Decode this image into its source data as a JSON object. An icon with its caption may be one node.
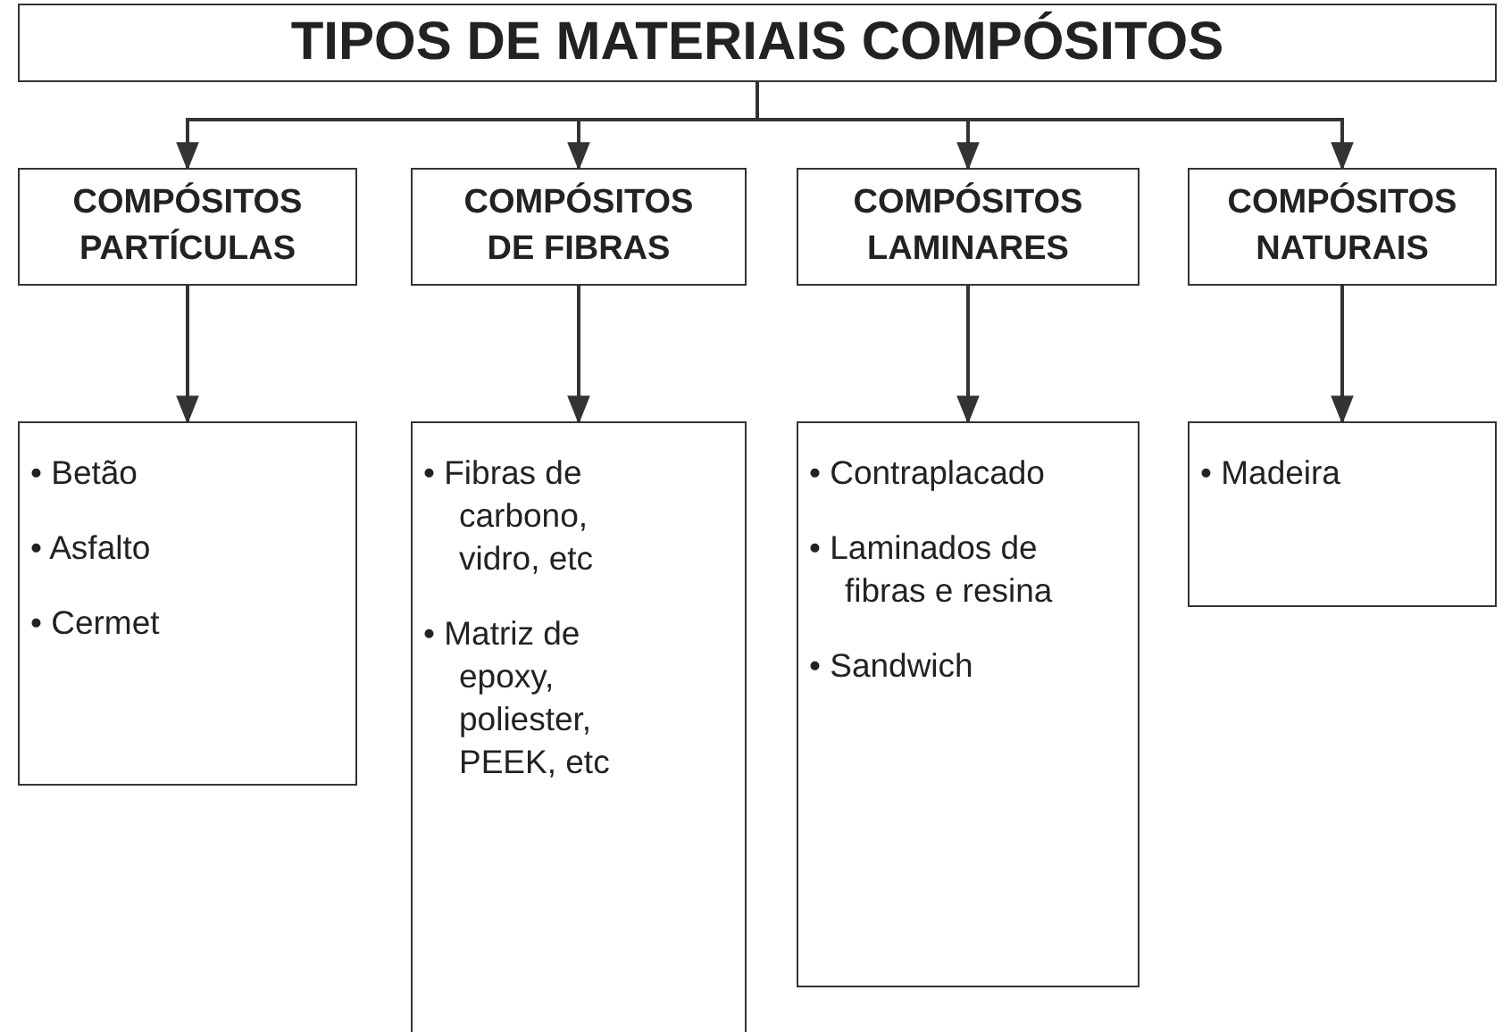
{
  "diagram": {
    "nodes": [
      {
        "text": [
          "TIPOS DE MATERIAIS COMPÓSITOS"
        ]
      },
      {
        "text": [
          "COMPÓSITOS PARTÍCULAS"
        ]
      },
      {
        "text": [
          "COMPÓSITOS DE FIBRAS"
        ]
      },
      {
        "text": [
          "COMPÓSITOS LAMINARES"
        ]
      },
      {
        "text": [
          "COMPÓSITOS NATURAIS"
        ]
      },
      {
        "text": [
          "• Betão",
          "• Asfalto",
          "• Cermet"
        ]
      },
      {
        "text": [
          "• Fibras de carbono, vidro, etc",
          "• Matriz de epoxy, poliester, PEEK, etc"
        ]
      },
      {
        "text": [
          "• Contraplacado",
          "• Laminados de fibras e resina",
          "• Sandwich"
        ]
      },
      {
        "text": [
          "• Madeira"
        ]
      }
    ],
    "edges": [
      {
        "from": 0,
        "to": 1,
        "arrow": "to"
      },
      {
        "from": 0,
        "to": 2,
        "arrow": "to"
      },
      {
        "from": 0,
        "to": 3,
        "arrow": "to"
      },
      {
        "from": 0,
        "to": 4,
        "arrow": "to"
      },
      {
        "from": 1,
        "to": 5,
        "arrow": "to"
      },
      {
        "from": 2,
        "to": 6,
        "arrow": "to"
      },
      {
        "from": 3,
        "to": 7,
        "arrow": "to"
      },
      {
        "from": 4,
        "to": 8,
        "arrow": "to"
      }
    ]
  }
}
